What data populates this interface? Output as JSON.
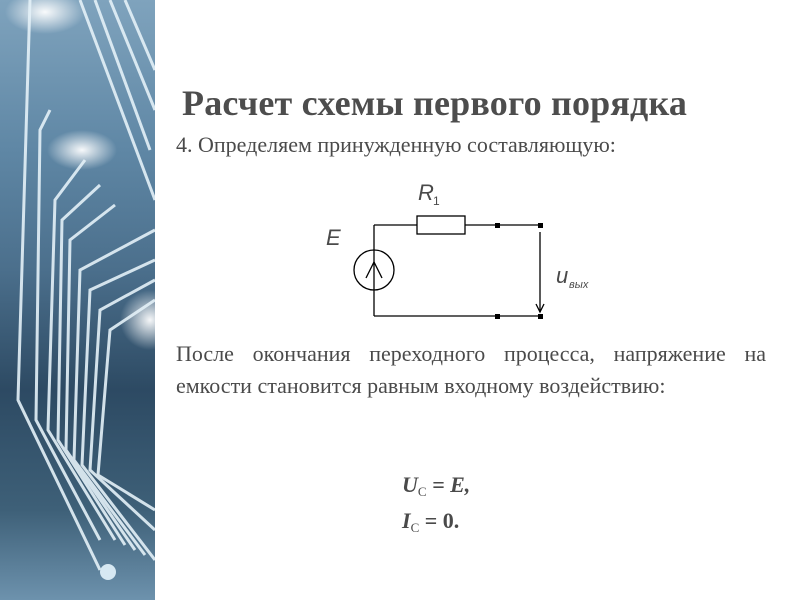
{
  "slide": {
    "title": "Расчет схемы первого порядка",
    "step": "4. Определяем принужденную составляющую:",
    "paragraph": "После окончания переходного процесса, напряжение на емкости становится равным входному воздействию:",
    "equations": [
      {
        "var": "U",
        "sub": "C",
        "rhs": " = E,"
      },
      {
        "var": "I",
        "sub": "C",
        "rhs": " = 0."
      }
    ]
  },
  "circuit": {
    "source_label": "E",
    "resistor_label": "R",
    "resistor_sub": "1",
    "output_label": "u",
    "output_sub": "вых"
  },
  "colors": {
    "text": "#4a4a4a",
    "wire": "#000000",
    "side_art": "#4b6f8c"
  }
}
